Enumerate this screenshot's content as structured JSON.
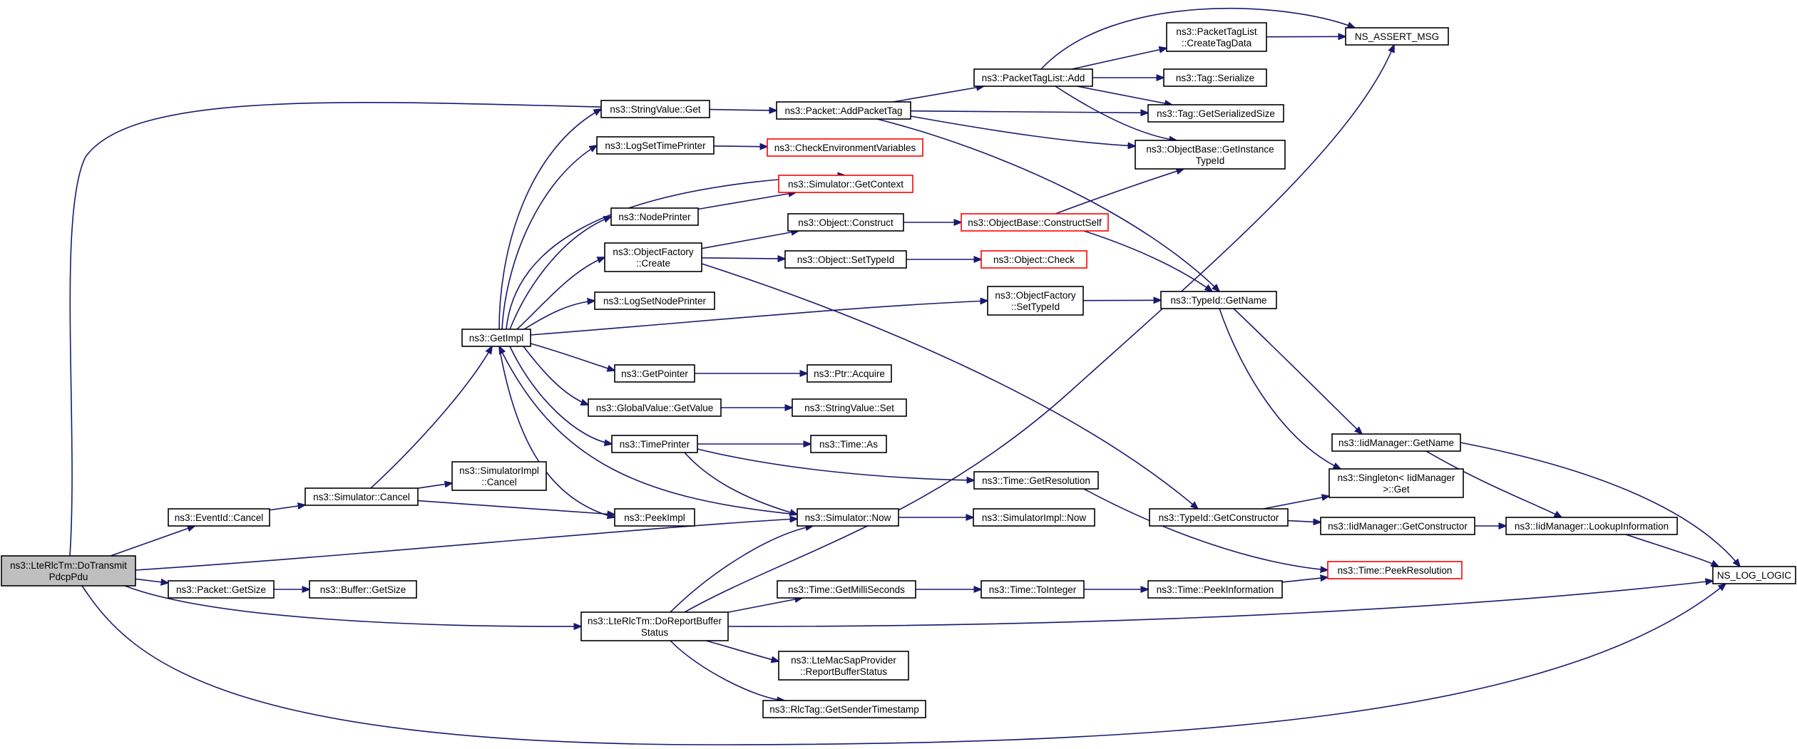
{
  "graph": {
    "edge_color": "#191970",
    "node_border": "#000000",
    "truncated_node_border": "#ff0000",
    "root_fill": "#bfbfbf",
    "nodes": [
      {
        "id": "root",
        "lines": [
          "ns3::LteRlcTm::DoTransmit",
          "PdcpPdu"
        ],
        "style": "root"
      },
      {
        "id": "eventid_cancel",
        "lines": [
          "ns3::EventId::Cancel"
        ],
        "style": "normal"
      },
      {
        "id": "packet_getsize",
        "lines": [
          "ns3::Packet::GetSize"
        ],
        "style": "normal"
      },
      {
        "id": "buffer_getsize",
        "lines": [
          "ns3::Buffer::GetSize"
        ],
        "style": "normal"
      },
      {
        "id": "sim_cancel",
        "lines": [
          "ns3::Simulator::Cancel"
        ],
        "style": "normal"
      },
      {
        "id": "simimpl_cancel",
        "lines": [
          "ns3::SimulatorImpl",
          "::Cancel"
        ],
        "style": "normal"
      },
      {
        "id": "getimpl",
        "lines": [
          "ns3::GetImpl"
        ],
        "style": "normal"
      },
      {
        "id": "stringvalue_get",
        "lines": [
          "ns3::StringValue::Get"
        ],
        "style": "normal"
      },
      {
        "id": "logsettimeprinter",
        "lines": [
          "ns3::LogSetTimePrinter"
        ],
        "style": "normal"
      },
      {
        "id": "checkenv",
        "lines": [
          "ns3::CheckEnvironmentVariables"
        ],
        "style": "red"
      },
      {
        "id": "sim_getcontext",
        "lines": [
          "ns3::Simulator::GetContext"
        ],
        "style": "red"
      },
      {
        "id": "nodeprinter",
        "lines": [
          "ns3::NodePrinter"
        ],
        "style": "normal"
      },
      {
        "id": "objfactory_create",
        "lines": [
          "ns3::ObjectFactory",
          "::Create"
        ],
        "style": "normal"
      },
      {
        "id": "logsetnodeprinter",
        "lines": [
          "ns3::LogSetNodePrinter"
        ],
        "style": "normal"
      },
      {
        "id": "getpointer",
        "lines": [
          "ns3::GetPointer"
        ],
        "style": "normal"
      },
      {
        "id": "globalvalue_getvalue",
        "lines": [
          "ns3::GlobalValue::GetValue"
        ],
        "style": "normal"
      },
      {
        "id": "timeprinter",
        "lines": [
          "ns3::TimePrinter"
        ],
        "style": "normal"
      },
      {
        "id": "peekimpl",
        "lines": [
          "ns3::PeekImpl"
        ],
        "style": "normal"
      },
      {
        "id": "sim_now",
        "lines": [
          "ns3::Simulator::Now"
        ],
        "style": "normal"
      },
      {
        "id": "simimpl_now",
        "lines": [
          "ns3::SimulatorImpl::Now"
        ],
        "style": "normal"
      },
      {
        "id": "packet_addpackettag",
        "lines": [
          "ns3::Packet::AddPacketTag"
        ],
        "style": "normal"
      },
      {
        "id": "packettaglist_add",
        "lines": [
          "ns3::PacketTagList::Add"
        ],
        "style": "normal"
      },
      {
        "id": "packettaglist_createtagdata",
        "lines": [
          "ns3::PacketTagList",
          "::CreateTagData"
        ],
        "style": "normal"
      },
      {
        "id": "ns_assert_msg",
        "lines": [
          "NS_ASSERT_MSG"
        ],
        "style": "normal"
      },
      {
        "id": "tag_serialize",
        "lines": [
          "ns3::Tag::Serialize"
        ],
        "style": "normal"
      },
      {
        "id": "tag_getserializedsize",
        "lines": [
          "ns3::Tag::GetSerializedSize"
        ],
        "style": "normal"
      },
      {
        "id": "objectbase_getinstancetypeid",
        "lines": [
          "ns3::ObjectBase::GetInstance",
          "TypeId"
        ],
        "style": "normal"
      },
      {
        "id": "object_construct",
        "lines": [
          "ns3::Object::Construct"
        ],
        "style": "normal"
      },
      {
        "id": "objectbase_constructself",
        "lines": [
          "ns3::ObjectBase::ConstructSelf"
        ],
        "style": "red"
      },
      {
        "id": "object_settypeid",
        "lines": [
          "ns3::Object::SetTypeId"
        ],
        "style": "normal"
      },
      {
        "id": "object_check",
        "lines": [
          "ns3::Object::Check"
        ],
        "style": "red"
      },
      {
        "id": "objfactory_settypeid",
        "lines": [
          "ns3::ObjectFactory",
          "::SetTypeId"
        ],
        "style": "normal"
      },
      {
        "id": "typeid_getname",
        "lines": [
          "ns3::TypeId::GetName"
        ],
        "style": "normal"
      },
      {
        "id": "ptr_acquire",
        "lines": [
          "ns3::Ptr::Acquire"
        ],
        "style": "normal"
      },
      {
        "id": "stringvalue_set",
        "lines": [
          "ns3::StringValue::Set"
        ],
        "style": "normal"
      },
      {
        "id": "time_as",
        "lines": [
          "ns3::Time::As"
        ],
        "style": "normal"
      },
      {
        "id": "time_getresolution",
        "lines": [
          "ns3::Time::GetResolution"
        ],
        "style": "normal"
      },
      {
        "id": "iidmanager_getname",
        "lines": [
          "ns3::IidManager::GetName"
        ],
        "style": "normal"
      },
      {
        "id": "singleton_get",
        "lines": [
          "ns3::Singleton< IidManager",
          " >::Get"
        ],
        "style": "normal"
      },
      {
        "id": "typeid_getconstructor",
        "lines": [
          "ns3::TypeId::GetConstructor"
        ],
        "style": "normal"
      },
      {
        "id": "iidmanager_getconstructor",
        "lines": [
          "ns3::IidManager::GetConstructor"
        ],
        "style": "normal"
      },
      {
        "id": "iidmanager_lookupinformation",
        "lines": [
          "ns3::IidManager::LookupInformation"
        ],
        "style": "normal"
      },
      {
        "id": "ns_log_logic",
        "lines": [
          "NS_LOG_LOGIC"
        ],
        "style": "normal"
      },
      {
        "id": "time_peekresolution",
        "lines": [
          "ns3::Time::PeekResolution"
        ],
        "style": "red"
      },
      {
        "id": "rlctm_doreportbufferstatus",
        "lines": [
          "ns3::LteRlcTm::DoReportBuffer",
          "Status"
        ],
        "style": "normal"
      },
      {
        "id": "time_getmilliseconds",
        "lines": [
          "ns3::Time::GetMilliSeconds"
        ],
        "style": "normal"
      },
      {
        "id": "time_tointeger",
        "lines": [
          "ns3::Time::ToInteger"
        ],
        "style": "normal"
      },
      {
        "id": "time_peekinformation",
        "lines": [
          "ns3::Time::PeekInformation"
        ],
        "style": "normal"
      },
      {
        "id": "ltemacsap_reportbufferstatus",
        "lines": [
          "ns3::LteMacSapProvider",
          "::ReportBufferStatus"
        ],
        "style": "normal"
      },
      {
        "id": "rlctag_getsendertimestamp",
        "lines": [
          "ns3::RlcTag::GetSenderTimestamp"
        ],
        "style": "normal"
      }
    ],
    "edges": [
      [
        "root",
        "eventid_cancel"
      ],
      [
        "root",
        "packet_getsize"
      ],
      [
        "root",
        "sim_now"
      ],
      [
        "root",
        "rlctm_doreportbufferstatus"
      ],
      [
        "root",
        "packet_addpackettag"
      ],
      [
        "root",
        "ns_log_logic"
      ],
      [
        "eventid_cancel",
        "sim_cancel"
      ],
      [
        "packet_getsize",
        "buffer_getsize"
      ],
      [
        "sim_cancel",
        "getimpl"
      ],
      [
        "sim_cancel",
        "simimpl_cancel"
      ],
      [
        "sim_cancel",
        "peekimpl"
      ],
      [
        "getimpl",
        "stringvalue_get"
      ],
      [
        "getimpl",
        "logsettimeprinter"
      ],
      [
        "getimpl",
        "sim_getcontext"
      ],
      [
        "getimpl",
        "nodeprinter"
      ],
      [
        "getimpl",
        "objfactory_create"
      ],
      [
        "getimpl",
        "logsetnodeprinter"
      ],
      [
        "getimpl",
        "objfactory_settypeid"
      ],
      [
        "getimpl",
        "getpointer"
      ],
      [
        "getimpl",
        "globalvalue_getvalue"
      ],
      [
        "getimpl",
        "timeprinter"
      ],
      [
        "getimpl",
        "peekimpl"
      ],
      [
        "sim_now",
        "getimpl"
      ],
      [
        "sim_now",
        "simimpl_now"
      ],
      [
        "logsettimeprinter",
        "checkenv"
      ],
      [
        "nodeprinter",
        "sim_getcontext"
      ],
      [
        "objfactory_create",
        "object_construct"
      ],
      [
        "objfactory_create",
        "object_settypeid"
      ],
      [
        "objfactory_create",
        "typeid_getconstructor"
      ],
      [
        "object_construct",
        "objectbase_constructself"
      ],
      [
        "object_settypeid",
        "object_check"
      ],
      [
        "objectbase_constructself",
        "objectbase_getinstancetypeid"
      ],
      [
        "objectbase_constructself",
        "typeid_getname"
      ],
      [
        "objfactory_settypeid",
        "typeid_getname"
      ],
      [
        "getpointer",
        "ptr_acquire"
      ],
      [
        "globalvalue_getvalue",
        "stringvalue_set"
      ],
      [
        "timeprinter",
        "time_as"
      ],
      [
        "timeprinter",
        "time_getresolution"
      ],
      [
        "timeprinter",
        "sim_now"
      ],
      [
        "time_getresolution",
        "time_peekresolution"
      ],
      [
        "packet_addpackettag",
        "packettaglist_add"
      ],
      [
        "packet_addpackettag",
        "tag_getserializedsize"
      ],
      [
        "packet_addpackettag",
        "objectbase_getinstancetypeid"
      ],
      [
        "packet_addpackettag",
        "typeid_getname"
      ],
      [
        "packettaglist_add",
        "packettaglist_createtagdata"
      ],
      [
        "packettaglist_add",
        "ns_assert_msg"
      ],
      [
        "packettaglist_add",
        "tag_serialize"
      ],
      [
        "packettaglist_add",
        "tag_getserializedsize"
      ],
      [
        "packettaglist_add",
        "objectbase_getinstancetypeid"
      ],
      [
        "packettaglist_createtagdata",
        "ns_assert_msg"
      ],
      [
        "typeid_getname",
        "iidmanager_getname"
      ],
      [
        "typeid_getname",
        "singleton_get"
      ],
      [
        "typeid_getconstructor",
        "singleton_get"
      ],
      [
        "typeid_getconstructor",
        "iidmanager_getconstructor"
      ],
      [
        "iidmanager_getname",
        "iidmanager_lookupinformation"
      ],
      [
        "iidmanager_getname",
        "ns_log_logic"
      ],
      [
        "iidmanager_getconstructor",
        "iidmanager_lookupinformation"
      ],
      [
        "iidmanager_lookupinformation",
        "ns_log_logic"
      ],
      [
        "rlctm_doreportbufferstatus",
        "sim_now"
      ],
      [
        "rlctm_doreportbufferstatus",
        "ns_assert_msg"
      ],
      [
        "rlctm_doreportbufferstatus",
        "time_getmilliseconds"
      ],
      [
        "rlctm_doreportbufferstatus",
        "ns_log_logic"
      ],
      [
        "rlctm_doreportbufferstatus",
        "ltemacsap_reportbufferstatus"
      ],
      [
        "rlctm_doreportbufferstatus",
        "rlctag_getsendertimestamp"
      ],
      [
        "time_getmilliseconds",
        "time_tointeger"
      ],
      [
        "time_tointeger",
        "time_peekinformation"
      ],
      [
        "time_peekinformation",
        "time_peekresolution"
      ]
    ]
  }
}
